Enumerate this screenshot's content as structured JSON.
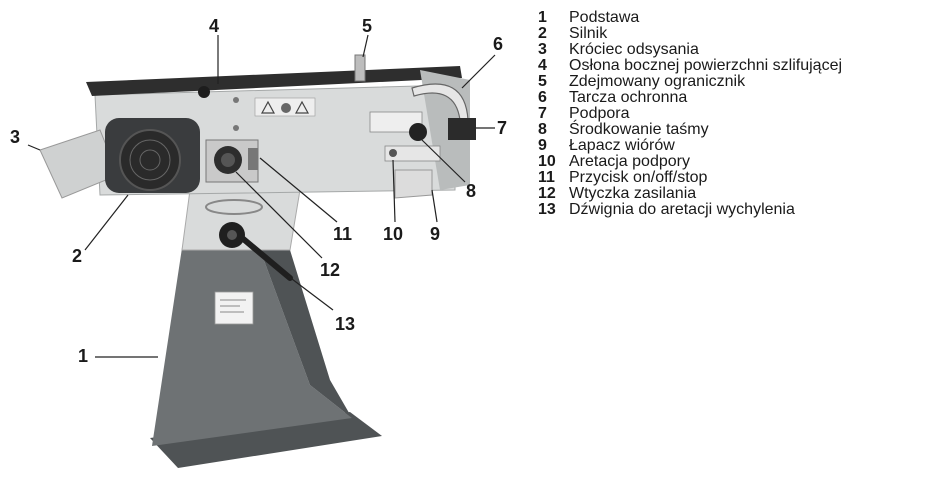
{
  "colors": {
    "base": "#6e7274",
    "base_dark": "#4f5355",
    "housing": "#d9dbdb",
    "housing_shadow": "#b9bcbc",
    "belt_top": "#2e2e2e",
    "motor": "#3a3c3e",
    "line": "#222222"
  },
  "callouts": [
    {
      "id": "c1",
      "label": "1"
    },
    {
      "id": "c2",
      "label": "2"
    },
    {
      "id": "c3",
      "label": "3"
    },
    {
      "id": "c4",
      "label": "4"
    },
    {
      "id": "c5",
      "label": "5"
    },
    {
      "id": "c6",
      "label": "6"
    },
    {
      "id": "c7",
      "label": "7"
    },
    {
      "id": "c8",
      "label": "8"
    },
    {
      "id": "c9",
      "label": "9"
    },
    {
      "id": "c10",
      "label": "10"
    },
    {
      "id": "c11",
      "label": "11"
    },
    {
      "id": "c12",
      "label": "12"
    },
    {
      "id": "c13",
      "label": "13"
    }
  ],
  "legend": [
    {
      "num": "1",
      "text": "Podstawa"
    },
    {
      "num": "2",
      "text": "Silnik"
    },
    {
      "num": "3",
      "text": "Króciec odsysania"
    },
    {
      "num": "4",
      "text": "Osłona bocznej powierzchni szlifującej"
    },
    {
      "num": "5",
      "text": "Zdejmowany ogranicznik"
    },
    {
      "num": "6",
      "text": "Tarcza ochronna"
    },
    {
      "num": "7",
      "text": "Podpora"
    },
    {
      "num": "8",
      "text": "Środkowanie taśmy"
    },
    {
      "num": "9",
      "text": "Łapacz wiórów"
    },
    {
      "num": "10",
      "text": "Aretacja podpory"
    },
    {
      "num": "11",
      "text": "Przycisk on/off/stop"
    },
    {
      "num": "12",
      "text": "Wtyczka zasilania"
    },
    {
      "num": "13",
      "text": "Dźwignia do aretacji wychylenia"
    }
  ]
}
